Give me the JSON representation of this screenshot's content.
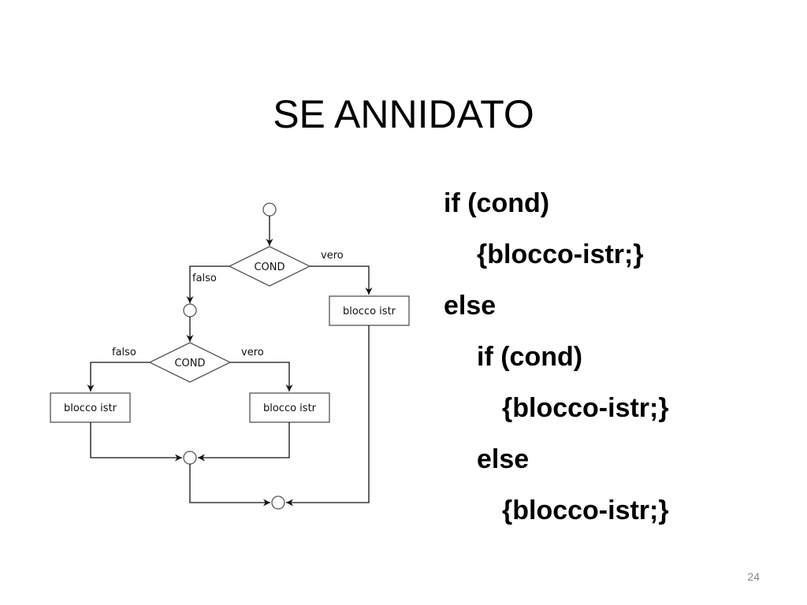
{
  "slide": {
    "title": "SE ANNIDATO",
    "page_number": "24"
  },
  "flowchart": {
    "outer_condition": "COND",
    "inner_condition": "COND",
    "outer_true_label": "vero",
    "outer_false_label": "falso",
    "inner_true_label": "vero",
    "inner_false_label": "falso",
    "outer_true_block": "blocco istr",
    "inner_false_block": "blocco istr",
    "inner_true_block": "blocco istr"
  },
  "code": {
    "lines": [
      "if (cond)",
      "{blocco-istr;}",
      "else",
      "if (cond)",
      "{blocco-istr;}",
      "else",
      "{blocco-istr;}"
    ]
  }
}
